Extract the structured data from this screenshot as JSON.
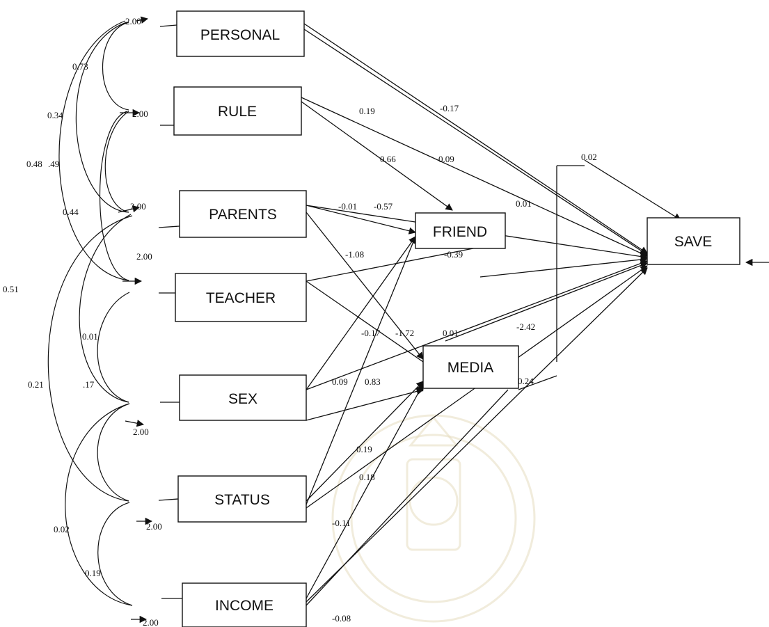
{
  "nodes": {
    "personal": "PERSONAL",
    "rule": "RULE",
    "parents": "PARENTS",
    "teacher": "TEACHER",
    "sex": "SEX",
    "status": "STATUS",
    "income": "INCOME",
    "friend": "FRIEND",
    "media": "MEDIA",
    "save": "SAVE"
  },
  "variances": [
    "2.00",
    "2.00",
    "2.00",
    "2.00",
    "2.00",
    "2.00",
    "2.00"
  ],
  "correlations": [
    "0.73",
    "0.34",
    "0.48",
    ".49",
    "0.44",
    "0.51",
    "0.01",
    "0.21",
    ".17",
    "0.02",
    "0.19"
  ],
  "paths": [
    "0.19",
    "-0.17",
    "0.09",
    "0.66",
    "0.02",
    "-0.01",
    "-0.57",
    "0.01",
    "-1.08",
    "-0.39",
    "-0.17",
    "-1.72",
    "0.01",
    "-2.42",
    "0.09",
    "0.83",
    "0.24",
    "0.19",
    "0.18",
    "-0.11",
    "-0.08"
  ]
}
